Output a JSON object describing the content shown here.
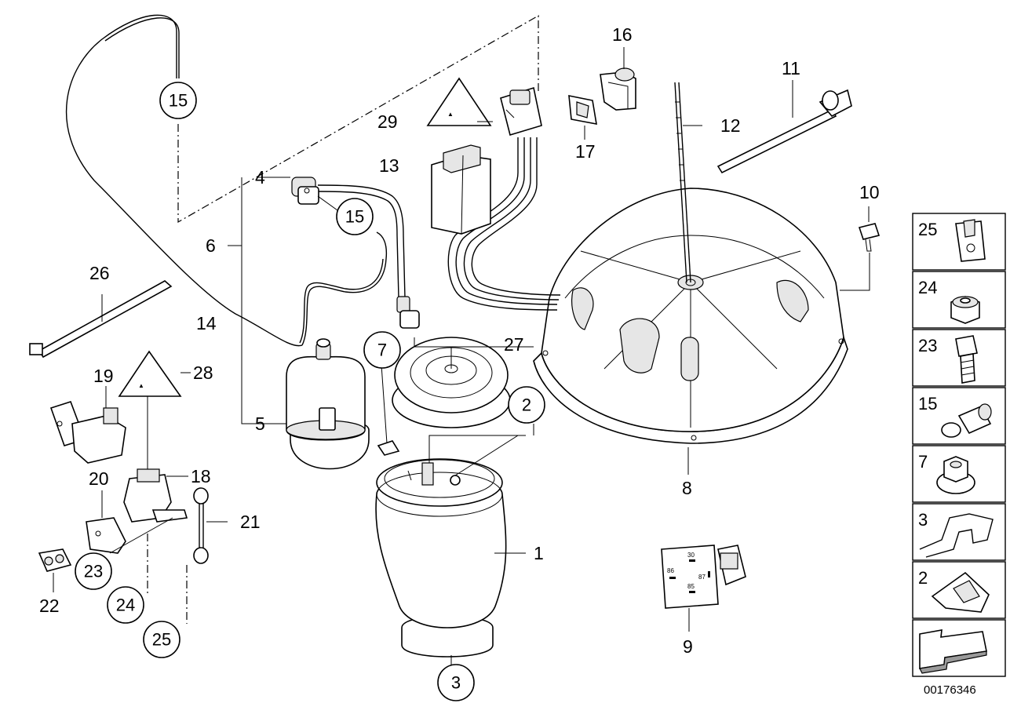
{
  "callouts": {
    "c1": "1",
    "c2": "2",
    "c3": "3",
    "c4": "4",
    "c5": "5",
    "c6": "6",
    "c7": "7",
    "c8": "8",
    "c9": "9",
    "c10": "10",
    "c11": "11",
    "c12": "12",
    "c13": "13",
    "c14": "14",
    "c15a": "15",
    "c15b": "15",
    "c16": "16",
    "c17": "17",
    "c18": "18",
    "c19": "19",
    "c20": "20",
    "c21": "21",
    "c22": "22",
    "c23": "23",
    "c24": "24",
    "c25": "25",
    "c26": "26",
    "c27": "27",
    "c28": "28",
    "c29": "29"
  },
  "relay_pins": {
    "p30": "30",
    "p86": "86",
    "p87": "87",
    "p85": "85"
  },
  "sidebar": {
    "items": [
      {
        "label": "25",
        "icon": "clip-nut-icon"
      },
      {
        "label": "24",
        "icon": "hex-nut-icon"
      },
      {
        "label": "23",
        "icon": "hex-bolt-icon"
      },
      {
        "label": "15",
        "icon": "push-connector-icon"
      },
      {
        "label": "7",
        "icon": "flange-nut-icon"
      },
      {
        "label": "3",
        "icon": "spring-clip-icon"
      },
      {
        "label": "2",
        "icon": "sheet-clip-icon"
      }
    ]
  },
  "document_number": "00176346"
}
